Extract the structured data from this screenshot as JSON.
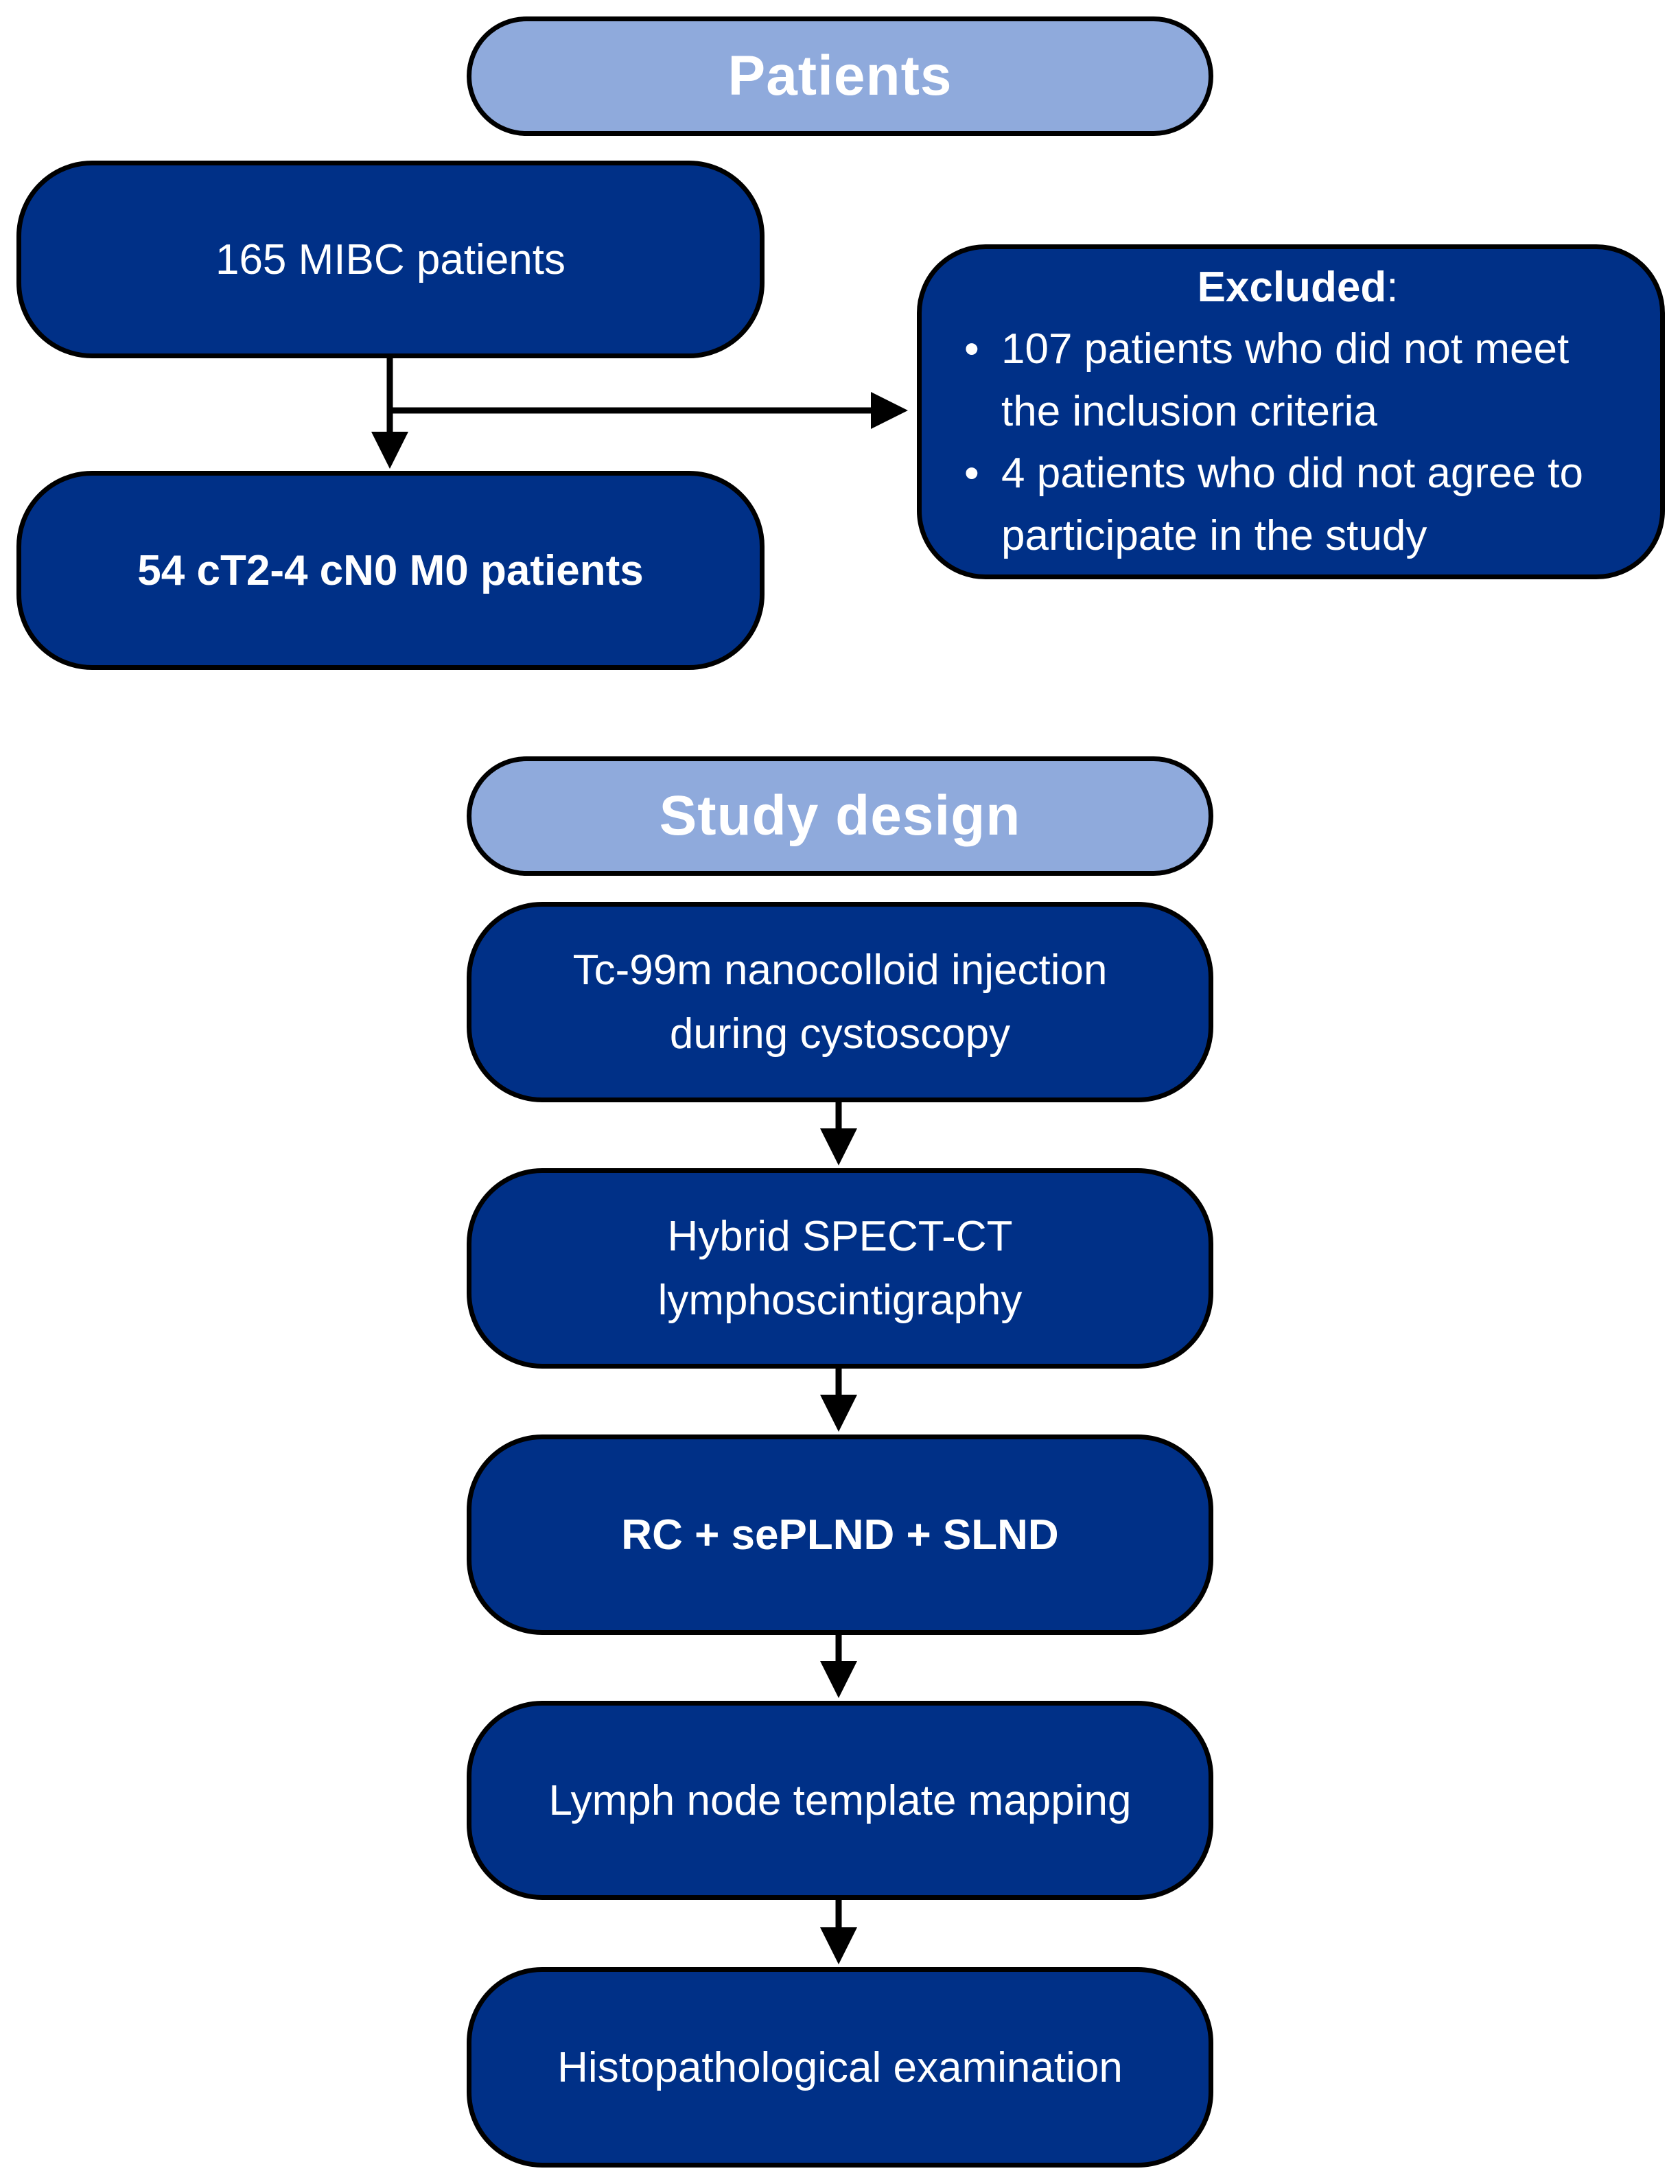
{
  "patients_section": {
    "header": "Patients",
    "enrolled": "165 MIBC patients",
    "included": "54 cT2-4 cN0 M0 patients",
    "excluded": {
      "title": "Excluded",
      "title_suffix": ":",
      "bullet": "•",
      "items": [
        "107 patients who did not meet the inclusion criteria",
        "4 patients who did not agree to participate in the study"
      ]
    }
  },
  "study_design_section": {
    "header": "Study design",
    "steps": [
      {
        "line1": "Tc-99m nanocolloid injection",
        "line2": "during cystoscopy"
      },
      {
        "line1": "Hybrid SPECT-CT",
        "line2": "lymphoscintigraphy"
      },
      {
        "label": "RC + sePLND + SLND"
      },
      {
        "label": "Lymph node template mapping"
      },
      {
        "label": "Histopathological examination"
      }
    ]
  },
  "colors": {
    "header_fill": "#8FAADC",
    "box_fill": "#003087",
    "outline": "#000000",
    "text": "#ffffff"
  }
}
